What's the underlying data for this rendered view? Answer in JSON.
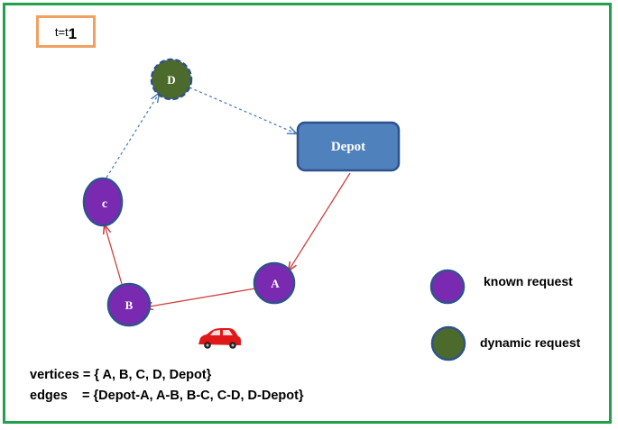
{
  "time_label": {
    "prefix": "t=t",
    "subscript": "1"
  },
  "nodes": {
    "depot": "Depot",
    "a": "A",
    "b": "B",
    "c": "c",
    "d": "D"
  },
  "legend": {
    "known": "known request",
    "dynamic": "dynamic request"
  },
  "info": {
    "vertices": "vertices = { A, B, C, D, Depot}",
    "edges": "edges    = {Depot-A, A-B, B-C, C-D, D-Depot}"
  },
  "colors": {
    "frame": "#22a04b",
    "time_box": "#f0a060",
    "known_request": "#7a2ab0",
    "dynamic_request": "#4c6a2c",
    "depot": "#4f81bd",
    "node_border": "#2f528f",
    "solid_edge": "#d04040",
    "dashed_edge": "#4f81bd",
    "vehicle": "#e01818"
  },
  "icons": {
    "vehicle": "car-icon"
  }
}
